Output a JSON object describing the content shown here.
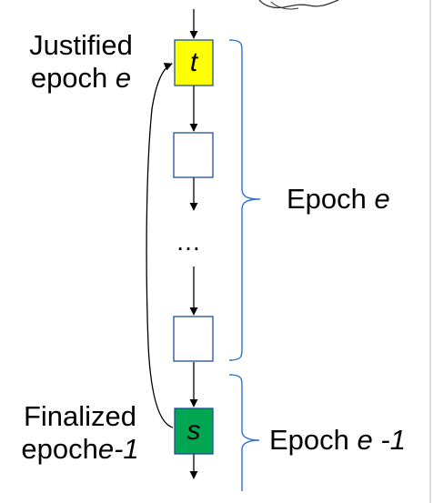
{
  "diagram": {
    "blocks": {
      "top_letter": "t",
      "bottom_letter": "s",
      "ellipsis": "…"
    },
    "labels": {
      "justified_line1": "Justified",
      "justified_line2_word": "epoch",
      "justified_line2_var": "e",
      "finalized_line1": "Finalized",
      "finalized_line2_word": "epoch",
      "finalized_line2_var": "e-1",
      "epoch_e_word": "Epoch",
      "epoch_e_var": "e",
      "epoch_prev_word": "Epoch",
      "epoch_prev_var": "e -1"
    },
    "colors": {
      "justified_block": "#ffff00",
      "finalized_block": "#00a651",
      "empty_block": "#ffffff",
      "block_border": "#1f4e9c",
      "brace": "#2f6fd6",
      "arrow": "#000000"
    }
  }
}
